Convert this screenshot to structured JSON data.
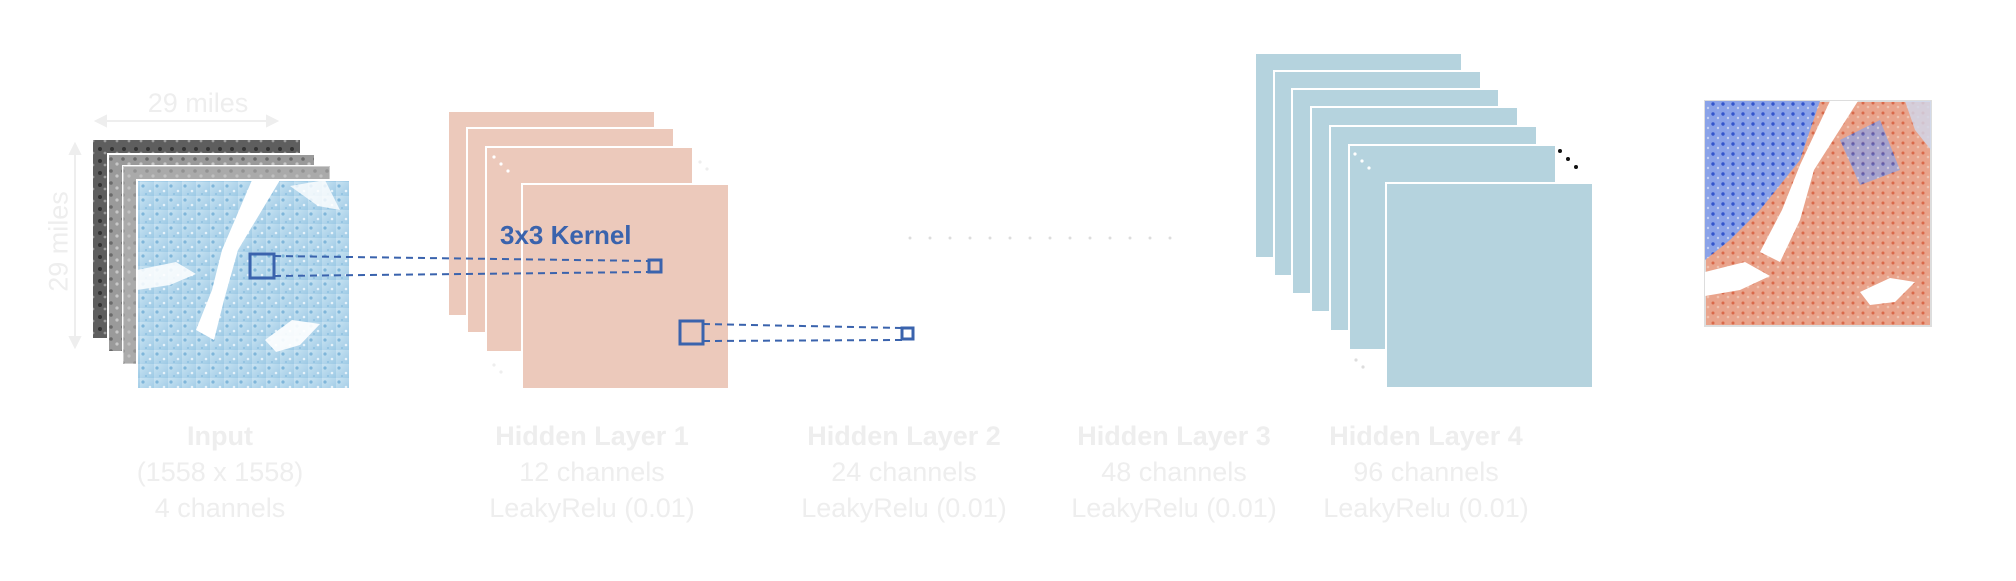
{
  "dimension_labels": {
    "width": "29 miles",
    "height": "29 miles"
  },
  "kernel_label": "3x3 Kernel",
  "layers": [
    {
      "title": "Input",
      "line1": "(1558 x 1558)",
      "line2": "4 channels"
    },
    {
      "title": "Hidden Layer 1",
      "line1": "12 channels",
      "line2": "LeakyRelu (0.01)"
    },
    {
      "title": "Hidden Layer 2",
      "line1": "24 channels",
      "line2": "LeakyRelu (0.01)"
    },
    {
      "title": "Hidden Layer 3",
      "line1": "48 channels",
      "line2": "LeakyRelu (0.01)"
    },
    {
      "title": "Hidden Layer 4",
      "line1": "96 channels",
      "line2": "LeakyRelu (0.01)"
    }
  ],
  "colors": {
    "kernel_blue": "#3a63ad",
    "hidden1_fill": "#ecc9bb",
    "hidden4_fill": "#b5d3de",
    "map_water_blue": "#a9d2ea",
    "output_red": "#e07b5e",
    "output_blue": "#4a6fd8",
    "label_gray": "#eeeeee"
  }
}
